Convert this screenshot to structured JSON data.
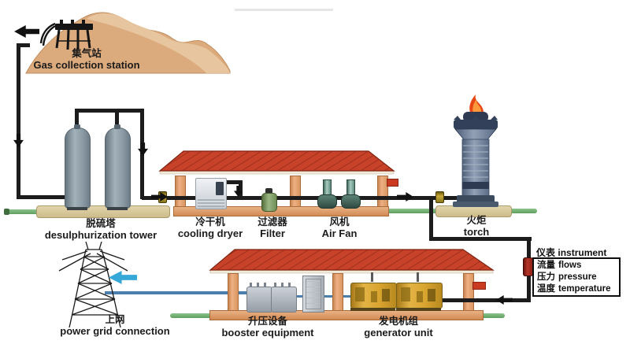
{
  "labels": {
    "gas_collection": {
      "zh": "集气站",
      "en": "Gas collection station"
    },
    "desulphurization": {
      "zh": "脱硫塔",
      "en": "desulphurization tower"
    },
    "cooling_dryer": {
      "zh": "冷干机",
      "en": "cooling dryer"
    },
    "filter": {
      "zh": "过滤器",
      "en": "Filter"
    },
    "air_fan": {
      "zh": "风机",
      "en": "Air Fan"
    },
    "torch": {
      "zh": "火炬",
      "en": "torch"
    },
    "power_grid": {
      "zh": "上网",
      "en": "power grid connection"
    },
    "booster": {
      "zh": "升压设备",
      "en": "booster equipment"
    },
    "generator": {
      "zh": "发电机组",
      "en": "generator unit"
    },
    "instrument": {
      "zh": "仪表",
      "en": "instrument"
    }
  },
  "instrument_panel": {
    "rows": [
      {
        "zh": "流量",
        "en": "flows"
      },
      {
        "zh": "压力",
        "en": "pressure"
      },
      {
        "zh": "温度",
        "en": "temperature"
      }
    ]
  },
  "icons": {
    "flow_arrow_left": "left flow arrow",
    "flow_arrow_right": "right flow arrow",
    "flow_arrow_down": "down flow arrow",
    "power_arrow_left": "blue power flow arrow",
    "flame": "torch flame"
  },
  "colors": {
    "pipe_black": "#1c1c1c",
    "roof_red": "#c8422a",
    "pillar_orange": "#e0a070",
    "platform_tan": "#d9c89b",
    "mountain_tan": "#dcab7d",
    "green_pipe": "#6fae6f",
    "blue_wire": "#4a7fae",
    "blue_arrow": "#35a8d8",
    "tower_gray": "#8a98a2",
    "torch_navy": "#2e3a52",
    "flame_red": "#e84715",
    "generator_yellow": "#d9a530",
    "sensor_red": "#8f1f14"
  }
}
